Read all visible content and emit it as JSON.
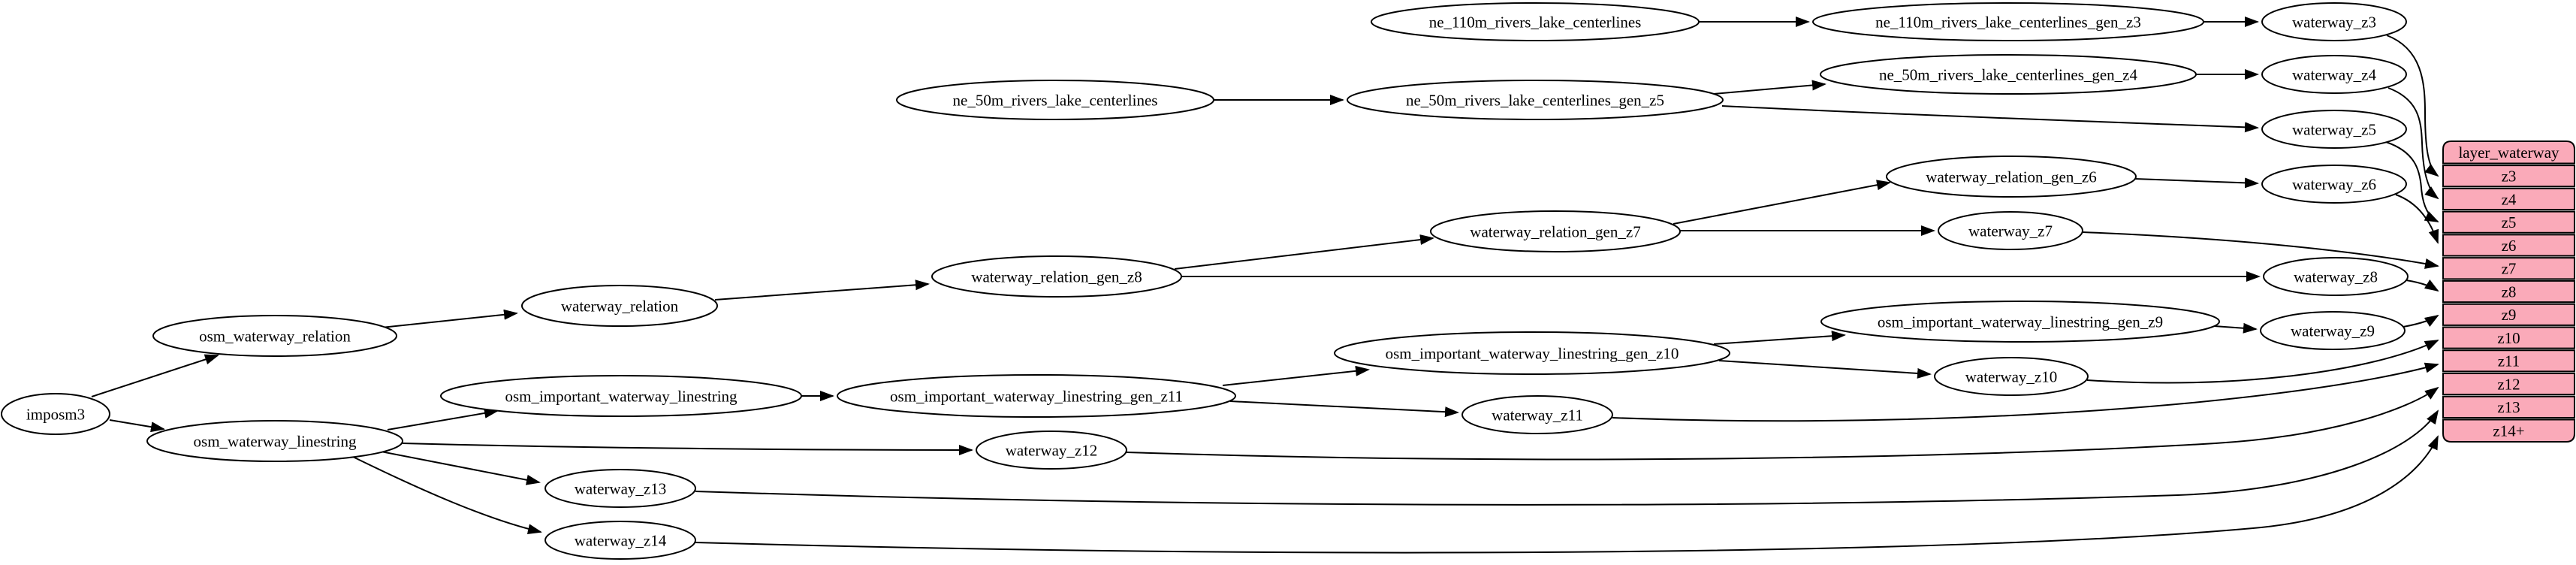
{
  "diagram": {
    "colors": {
      "background": "#ffffff",
      "node_fill": "#ffffff",
      "node_stroke": "#000000",
      "edge": "#000000",
      "text": "#000000",
      "table_fill": "#faaab9"
    },
    "nodes": [
      {
        "id": "imposm3",
        "label": "imposm3"
      },
      {
        "id": "osm_waterway_relation",
        "label": "osm_waterway_relation"
      },
      {
        "id": "osm_waterway_linestring",
        "label": "osm_waterway_linestring"
      },
      {
        "id": "waterway_relation",
        "label": "waterway_relation"
      },
      {
        "id": "osm_important_waterway_linestring",
        "label": "osm_important_waterway_linestring"
      },
      {
        "id": "waterway_relation_gen_z8",
        "label": "waterway_relation_gen_z8"
      },
      {
        "id": "waterway_relation_gen_z7",
        "label": "waterway_relation_gen_z7"
      },
      {
        "id": "waterway_relation_gen_z6",
        "label": "waterway_relation_gen_z6"
      },
      {
        "id": "osm_important_waterway_linestring_gen_z11",
        "label": "osm_important_waterway_linestring_gen_z11"
      },
      {
        "id": "osm_important_waterway_linestring_gen_z10",
        "label": "osm_important_waterway_linestring_gen_z10"
      },
      {
        "id": "osm_important_waterway_linestring_gen_z9",
        "label": "osm_important_waterway_linestring_gen_z9"
      },
      {
        "id": "ne_110m_rivers_lake_centerlines",
        "label": "ne_110m_rivers_lake_centerlines"
      },
      {
        "id": "ne_110m_rivers_lake_centerlines_gen_z3",
        "label": "ne_110m_rivers_lake_centerlines_gen_z3"
      },
      {
        "id": "ne_50m_rivers_lake_centerlines",
        "label": "ne_50m_rivers_lake_centerlines"
      },
      {
        "id": "ne_50m_rivers_lake_centerlines_gen_z5",
        "label": "ne_50m_rivers_lake_centerlines_gen_z5"
      },
      {
        "id": "ne_50m_rivers_lake_centerlines_gen_z4",
        "label": "ne_50m_rivers_lake_centerlines_gen_z4"
      },
      {
        "id": "waterway_z3",
        "label": "waterway_z3"
      },
      {
        "id": "waterway_z4",
        "label": "waterway_z4"
      },
      {
        "id": "waterway_z5",
        "label": "waterway_z5"
      },
      {
        "id": "waterway_z6",
        "label": "waterway_z6"
      },
      {
        "id": "waterway_z7",
        "label": "waterway_z7"
      },
      {
        "id": "waterway_z8",
        "label": "waterway_z8"
      },
      {
        "id": "waterway_z9",
        "label": "waterway_z9"
      },
      {
        "id": "waterway_z10",
        "label": "waterway_z10"
      },
      {
        "id": "waterway_z11",
        "label": "waterway_z11"
      },
      {
        "id": "waterway_z12",
        "label": "waterway_z12"
      },
      {
        "id": "waterway_z13",
        "label": "waterway_z13"
      },
      {
        "id": "waterway_z14",
        "label": "waterway_z14"
      }
    ],
    "edges": [
      {
        "from": "imposm3",
        "to": "osm_waterway_relation"
      },
      {
        "from": "imposm3",
        "to": "osm_waterway_linestring"
      },
      {
        "from": "osm_waterway_relation",
        "to": "waterway_relation"
      },
      {
        "from": "waterway_relation",
        "to": "waterway_relation_gen_z8"
      },
      {
        "from": "waterway_relation_gen_z8",
        "to": "waterway_relation_gen_z7"
      },
      {
        "from": "waterway_relation_gen_z8",
        "to": "waterway_z8"
      },
      {
        "from": "waterway_relation_gen_z7",
        "to": "waterway_relation_gen_z6"
      },
      {
        "from": "waterway_relation_gen_z7",
        "to": "waterway_z7"
      },
      {
        "from": "waterway_relation_gen_z6",
        "to": "waterway_z6"
      },
      {
        "from": "osm_waterway_linestring",
        "to": "osm_important_waterway_linestring"
      },
      {
        "from": "osm_waterway_linestring",
        "to": "waterway_z12"
      },
      {
        "from": "osm_waterway_linestring",
        "to": "waterway_z13"
      },
      {
        "from": "osm_waterway_linestring",
        "to": "waterway_z14"
      },
      {
        "from": "osm_important_waterway_linestring",
        "to": "osm_important_waterway_linestring_gen_z11"
      },
      {
        "from": "osm_important_waterway_linestring_gen_z11",
        "to": "osm_important_waterway_linestring_gen_z10"
      },
      {
        "from": "osm_important_waterway_linestring_gen_z11",
        "to": "waterway_z11"
      },
      {
        "from": "osm_important_waterway_linestring_gen_z10",
        "to": "osm_important_waterway_linestring_gen_z9"
      },
      {
        "from": "osm_important_waterway_linestring_gen_z10",
        "to": "waterway_z10"
      },
      {
        "from": "osm_important_waterway_linestring_gen_z9",
        "to": "waterway_z9"
      },
      {
        "from": "ne_110m_rivers_lake_centerlines",
        "to": "ne_110m_rivers_lake_centerlines_gen_z3"
      },
      {
        "from": "ne_110m_rivers_lake_centerlines_gen_z3",
        "to": "waterway_z3"
      },
      {
        "from": "ne_50m_rivers_lake_centerlines",
        "to": "ne_50m_rivers_lake_centerlines_gen_z5"
      },
      {
        "from": "ne_50m_rivers_lake_centerlines_gen_z5",
        "to": "ne_50m_rivers_lake_centerlines_gen_z4"
      },
      {
        "from": "ne_50m_rivers_lake_centerlines_gen_z5",
        "to": "waterway_z5"
      },
      {
        "from": "ne_50m_rivers_lake_centerlines_gen_z4",
        "to": "waterway_z4"
      },
      {
        "from": "waterway_z3",
        "to": "layer_waterway.z3"
      },
      {
        "from": "waterway_z4",
        "to": "layer_waterway.z4"
      },
      {
        "from": "waterway_z5",
        "to": "layer_waterway.z5"
      },
      {
        "from": "waterway_z6",
        "to": "layer_waterway.z6"
      },
      {
        "from": "waterway_z7",
        "to": "layer_waterway.z7"
      },
      {
        "from": "waterway_z8",
        "to": "layer_waterway.z8"
      },
      {
        "from": "waterway_z9",
        "to": "layer_waterway.z9"
      },
      {
        "from": "waterway_z10",
        "to": "layer_waterway.z10"
      },
      {
        "from": "waterway_z11",
        "to": "layer_waterway.z11"
      },
      {
        "from": "waterway_z12",
        "to": "layer_waterway.z12"
      },
      {
        "from": "waterway_z13",
        "to": "layer_waterway.z13"
      },
      {
        "from": "waterway_z14",
        "to": "layer_waterway.z14p"
      }
    ],
    "table": {
      "id": "layer_waterway",
      "title": "layer_waterway",
      "rows": [
        {
          "id": "z3",
          "label": "z3"
        },
        {
          "id": "z4",
          "label": "z4"
        },
        {
          "id": "z5",
          "label": "z5"
        },
        {
          "id": "z6",
          "label": "z6"
        },
        {
          "id": "z7",
          "label": "z7"
        },
        {
          "id": "z8",
          "label": "z8"
        },
        {
          "id": "z9",
          "label": "z9"
        },
        {
          "id": "z10",
          "label": "z10"
        },
        {
          "id": "z11",
          "label": "z11"
        },
        {
          "id": "z12",
          "label": "z12"
        },
        {
          "id": "z13",
          "label": "z13"
        },
        {
          "id": "z14p",
          "label": "z14+"
        }
      ]
    }
  }
}
